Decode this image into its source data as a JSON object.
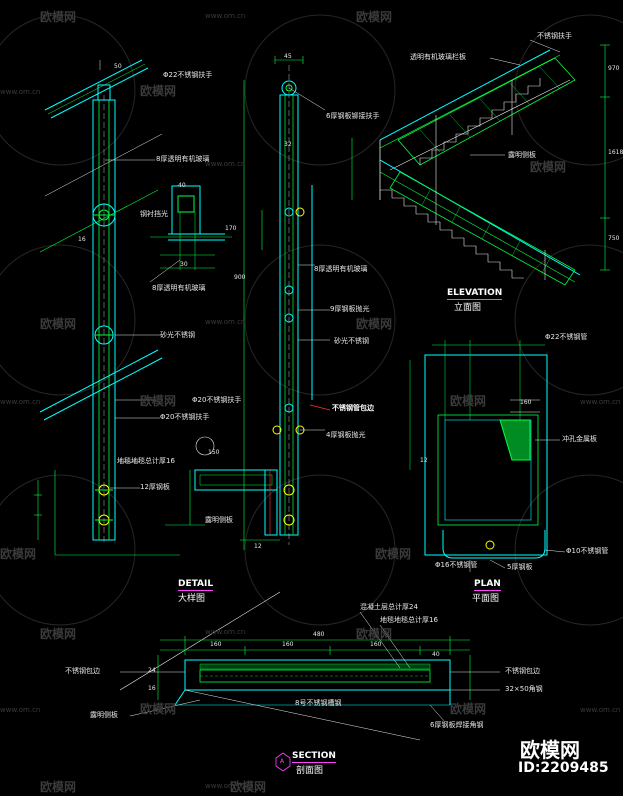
{
  "watermarks": {
    "brand": "欧模网",
    "url": "www.om.cn"
  },
  "titles": {
    "detail_en": "DETAIL",
    "detail_cn": "大样图",
    "plan_en": "PLAN",
    "plan_cn": "平面图",
    "elevation_en": "ELEVATION",
    "elevation_cn": "立面图",
    "section_en": "SECTION",
    "section_cn": "剖面图",
    "section_marker": "A"
  },
  "labels": {
    "d22_handrail": "Φ22不锈钢扶手",
    "glass_8mm": "8厚透明有机玻璃",
    "steel_clip": "钢衬挡光",
    "glass_8mm_b": "8厚透明有机玻璃",
    "matte_ss": "砂光不锈钢",
    "d20_handrail": "Φ20不锈钢扶手",
    "d20_handrail_b": "Φ20不锈钢扶手",
    "carpet_16": "地毯地毯总计厚16",
    "plate_12": "12厚钢板",
    "exposed_side": "露明侧板",
    "plate_6_handrail": "6厚钢板铆接扶手",
    "glass_8mm_c": "8厚透明有机玻璃",
    "plate_9": "9厚钢板抛光",
    "matte_ss_b": "砂光不锈钢",
    "ss_tube_clad": "不锈钢管包边",
    "plate_4": "4厚钢板抛光",
    "elev_handrail": "不锈钢扶手",
    "elev_glass": "透明有机玻璃栏板",
    "elev_side": "露明侧板",
    "plan_d22": "Φ22不锈钢管",
    "plan_perforated": "冲孔金属板",
    "plan_d16": "Φ16不锈钢管",
    "plan_plate_5": "5厚钢板",
    "plan_d10": "Φ10不锈钢管",
    "sec_concrete": "混凝土层总计厚24",
    "sec_carpet": "地毯地毯总计厚16",
    "sec_ss_edge_l": "不锈钢包边",
    "sec_ss_edge_r": "不锈钢包边",
    "sec_angle": "32×50角钢",
    "sec_exposed": "露明侧板",
    "sec_channel": "8号不锈钢槽钢",
    "sec_plate_6": "6厚钢板焊接角钢"
  },
  "dims": {
    "top_50": "50",
    "d_45": "45",
    "d_32": "32",
    "d_900": "900",
    "d_40": "40",
    "d_170": "170",
    "d_30": "30",
    "d_150": "150",
    "d_16": "16",
    "d_12": "12",
    "e_970": "970",
    "e_1618": "1618",
    "e_750": "750",
    "p_160": "160",
    "p_12": "12",
    "s_480": "480",
    "s_160a": "160",
    "s_160b": "160",
    "s_160c": "160",
    "s_40": "40",
    "s_24": "24",
    "s_16": "16"
  },
  "brand_block": {
    "name": "欧模网",
    "id": "ID:2209485"
  },
  "colors": {
    "background": "#000000",
    "green": "#00ff40",
    "cyan": "#00ffff",
    "yellow": "#ffff00",
    "white": "#e8e8e8",
    "magenta": "#ff40ff",
    "red": "#ff3030",
    "watermark": "#3a3a3a"
  }
}
